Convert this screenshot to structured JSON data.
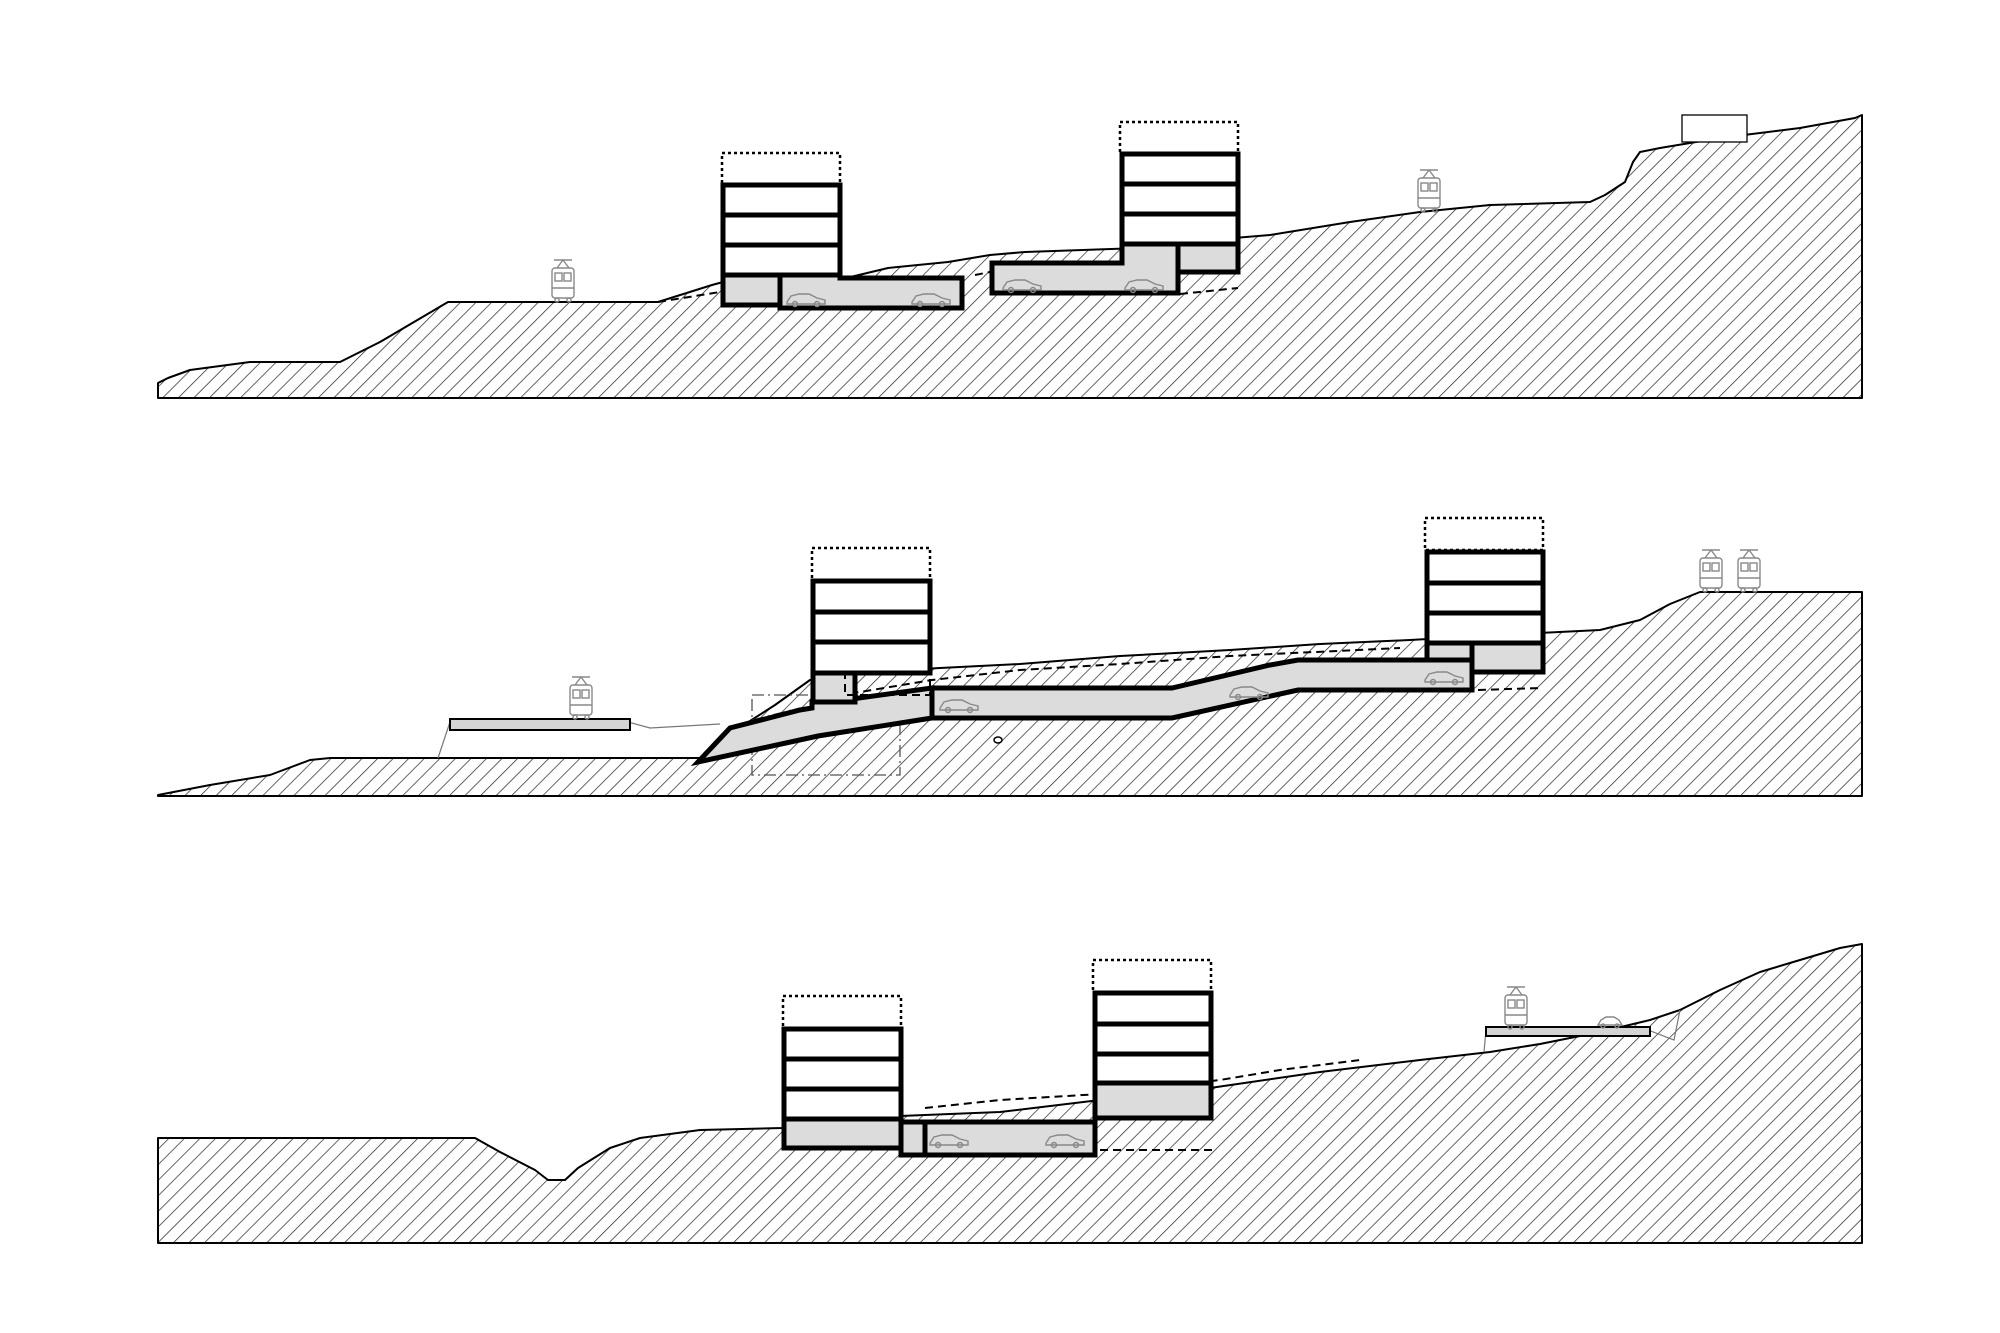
{
  "sections": [
    {
      "id": "section-1",
      "buildings": [
        {
          "name": "building-left",
          "floors": 4,
          "has_rooftop_outline": true,
          "basement_fill": "#dcdcdc"
        },
        {
          "name": "building-right",
          "floors": 4,
          "has_rooftop_outline": true,
          "basement_fill": "#dcdcdc"
        }
      ],
      "parking_levels": 2,
      "icons": [
        "tram-icon",
        "tram-icon",
        "structure-icon",
        "car-icon"
      ]
    },
    {
      "id": "section-2",
      "buildings": [
        {
          "name": "building-left",
          "floors": 4,
          "has_rooftop_outline": true,
          "basement_fill": "#dcdcdc"
        },
        {
          "name": "building-right",
          "floors": 4,
          "has_rooftop_outline": true,
          "basement_fill": "#dcdcdc"
        }
      ],
      "parking_levels": 1,
      "icons": [
        "tram-icon",
        "tram-icon",
        "tram-icon",
        "car-icon"
      ]
    },
    {
      "id": "section-3",
      "buildings": [
        {
          "name": "building-left",
          "floors": 4,
          "has_rooftop_outline": true,
          "basement_fill": "#dcdcdc"
        },
        {
          "name": "building-right",
          "floors": 4,
          "has_rooftop_outline": true,
          "basement_fill": "#dcdcdc"
        }
      ],
      "parking_levels": 1,
      "icons": [
        "tram-icon",
        "car-icon"
      ]
    }
  ],
  "colors": {
    "line": "#000000",
    "fill_gray": "#dcdcdc",
    "background": "#ffffff"
  }
}
